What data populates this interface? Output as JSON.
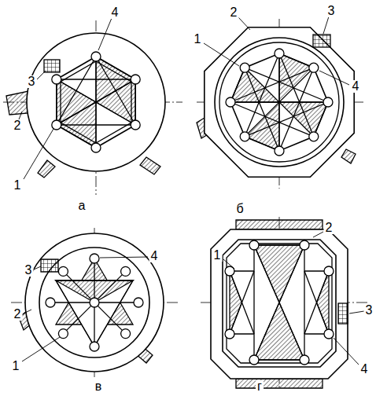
{
  "diagram": {
    "labels": [
      "3",
      "4",
      "2",
      "1",
      "а",
      "2",
      "3",
      "1",
      "4",
      "б",
      "3",
      "4",
      "2",
      "1",
      "в",
      "2",
      "1",
      "3",
      "4",
      "г"
    ]
  }
}
